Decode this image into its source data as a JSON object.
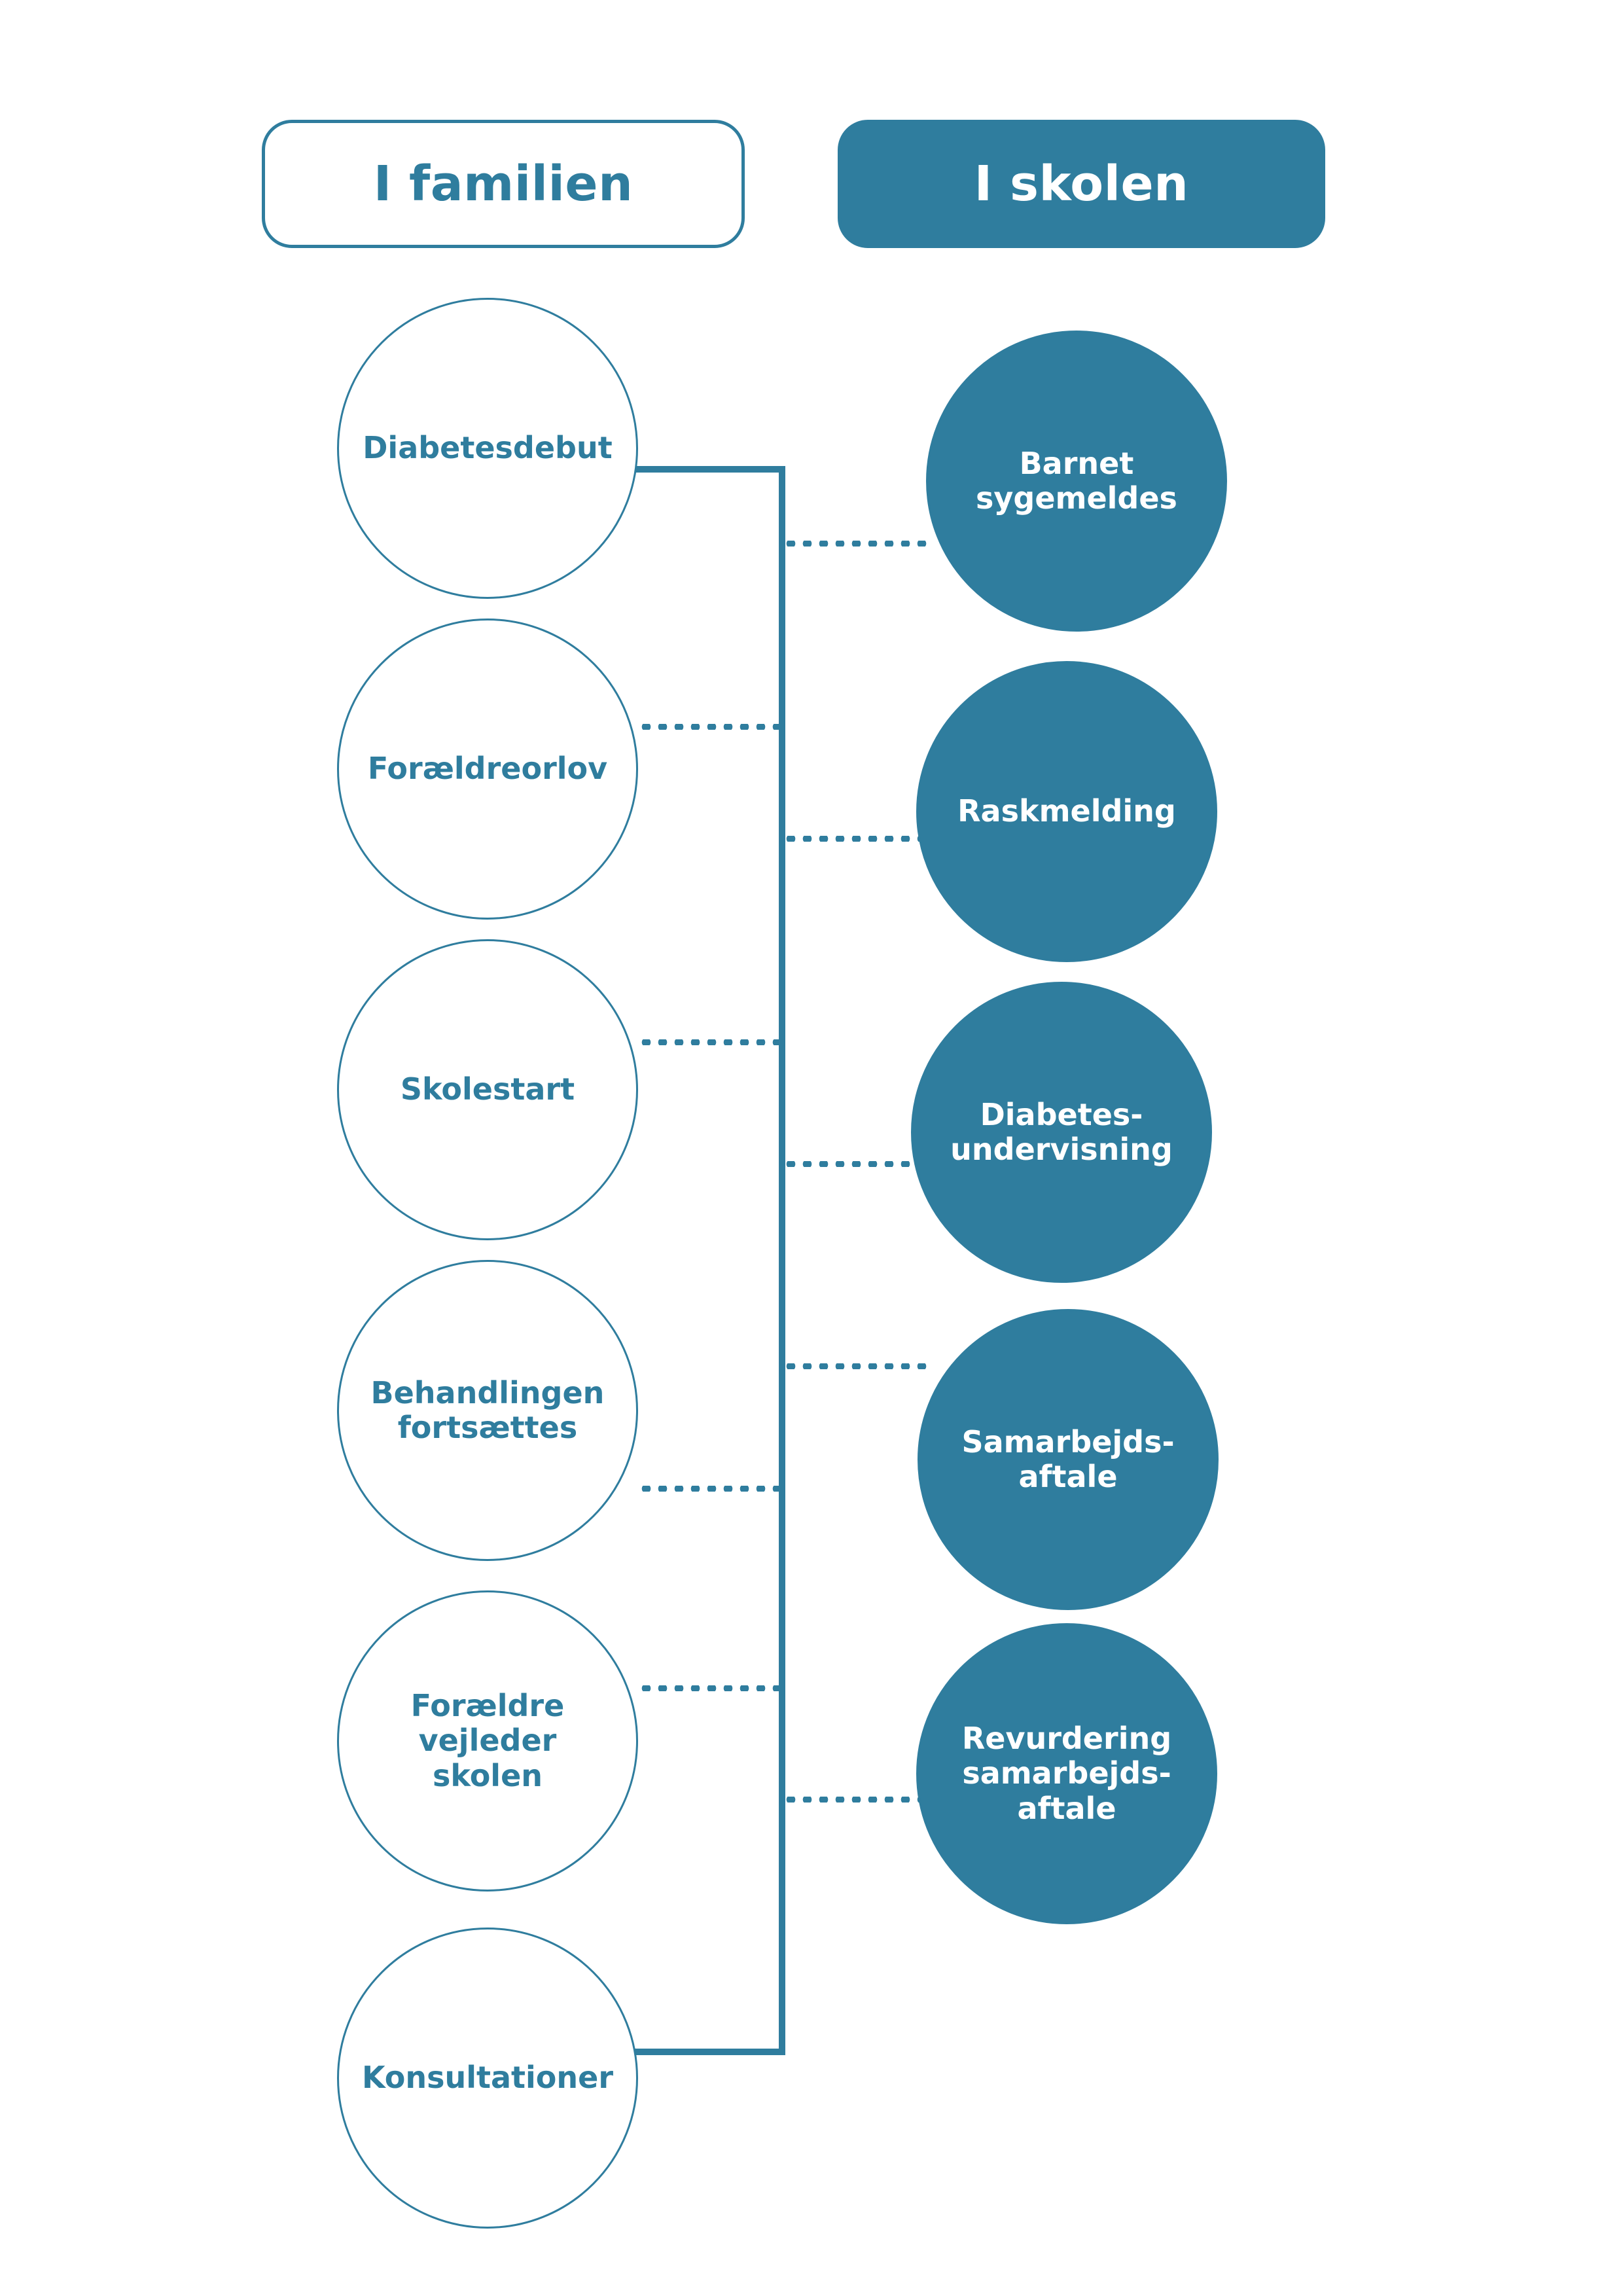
{
  "columns": {
    "family": {
      "title": "I familien",
      "style": "outline"
    },
    "school": {
      "title": "I skolen",
      "style": "solid"
    }
  },
  "colors": {
    "accent": "#2f7d9e",
    "outline_fill": "#ffffff",
    "solid_text": "#ffffff"
  },
  "family_nodes": [
    {
      "label": "Diabetesdebut"
    },
    {
      "label": "Forældreorlov"
    },
    {
      "label": "Skolestart"
    },
    {
      "label": "Behandlingen fortsættes"
    },
    {
      "label": "Forældre vejleder skolen"
    },
    {
      "label": "Konsultationer"
    }
  ],
  "school_nodes": [
    {
      "label": "Barnet sygemeldes"
    },
    {
      "label": "Raskmelding"
    },
    {
      "label": "Diabetes- undervisning"
    },
    {
      "label": "Samarbejds- aftale"
    },
    {
      "label": "Revurdering samarbejds- aftale"
    }
  ]
}
